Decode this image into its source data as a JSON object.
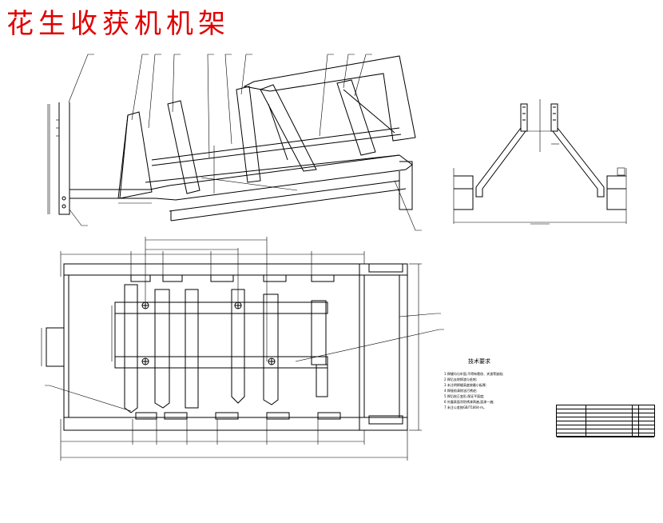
{
  "title": "花生收获机机架",
  "notes": {
    "heading": "技术要求",
    "items": [
      "1 焊缝均匀牢固,不得有裂纹、夹渣等缺陷;",
      "2 焊后去除焊渣与毛刺;",
      "3 未注明焊缝高度按最小板厚;",
      "4 焊接前清除油污锈迹;",
      "5 焊后校正变形,保证平面度;",
      "6 外露表面涂防锈漆两遍,面漆一遍;",
      "7 未注公差按GB/T1804-m。"
    ]
  },
  "colors": {
    "title": "#e00000",
    "lines": "#000000",
    "background": "#ffffff"
  },
  "icons": [
    "bolt-hole-icon"
  ]
}
